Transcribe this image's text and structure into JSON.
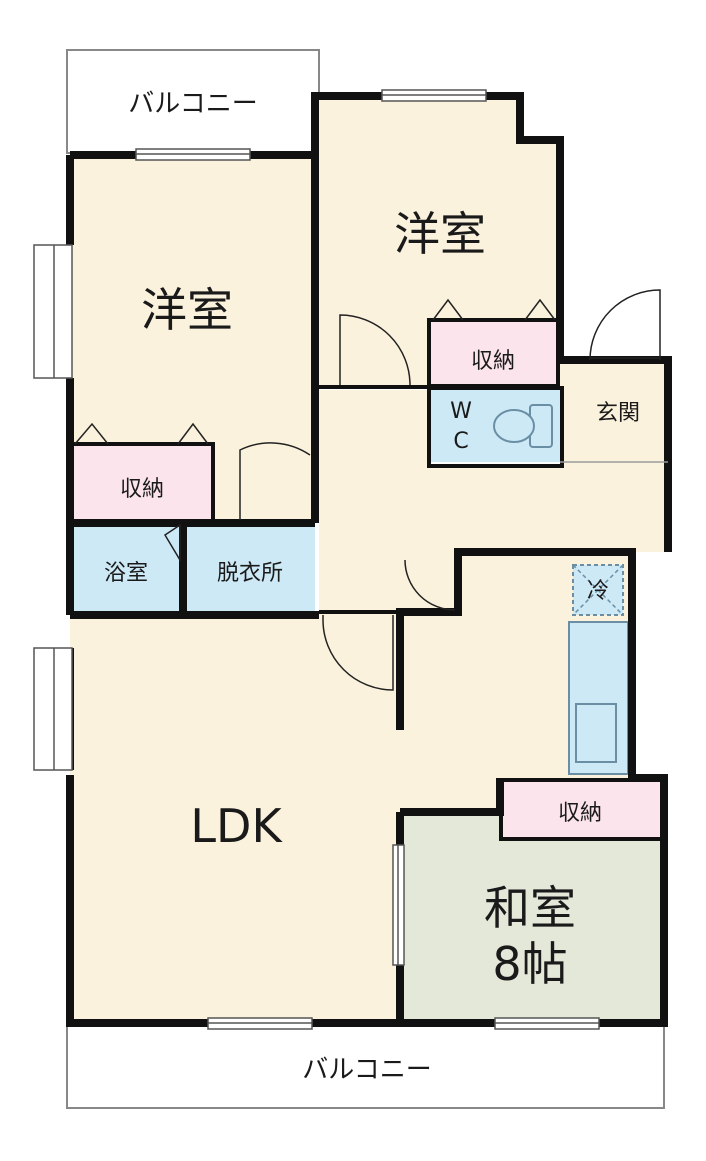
{
  "rooms": {
    "western_room_left": "洋室",
    "western_room_right": "洋室",
    "storage_left": "収納",
    "storage_right": "収納",
    "storage_japanese": "収納",
    "bath": "浴室",
    "dressing": "脱衣所",
    "wc_line1": "W",
    "wc_line2": "C",
    "entrance": "玄関",
    "fridge": "冷",
    "ldk": "LDK",
    "japanese_room_line1": "和室",
    "japanese_room_line2": "8帖"
  },
  "balcony": {
    "top": "バルコニー",
    "bottom": "バルコニー"
  },
  "colors": {
    "floor": "#fbf2dd",
    "storage": "#fbe4ec",
    "wet_area": "#cde9f6",
    "tatami": "#e3e8d9",
    "wall": "#111111",
    "balcony": "#ffffff"
  }
}
